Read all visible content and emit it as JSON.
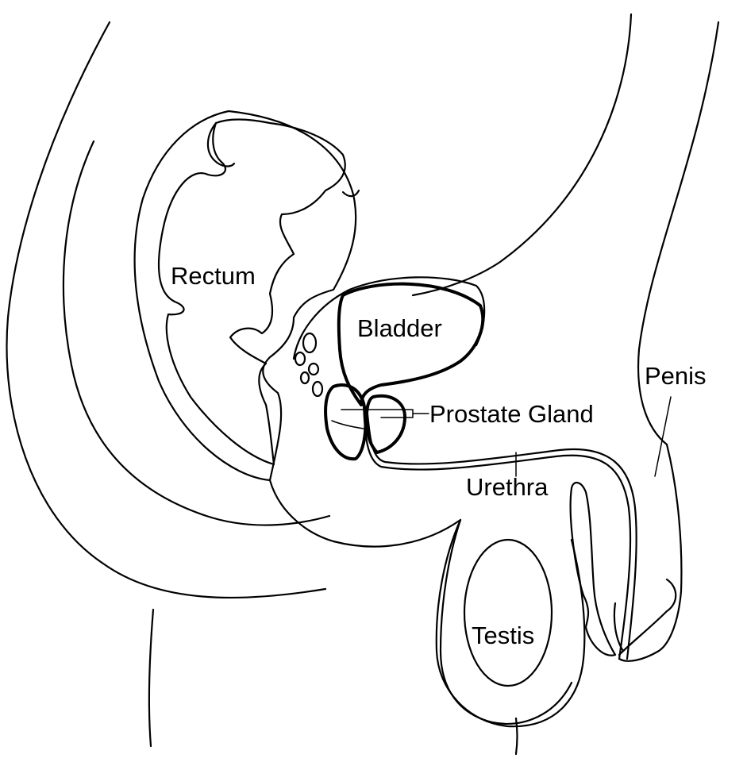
{
  "labels": {
    "rectum": "Rectum",
    "bladder": "Bladder",
    "prostate": "Prostate Gland",
    "urethra": "Urethra",
    "penis": "Penis",
    "testis": "Testis"
  },
  "colors": {
    "stroke": "#000000",
    "background": "#ffffff"
  }
}
